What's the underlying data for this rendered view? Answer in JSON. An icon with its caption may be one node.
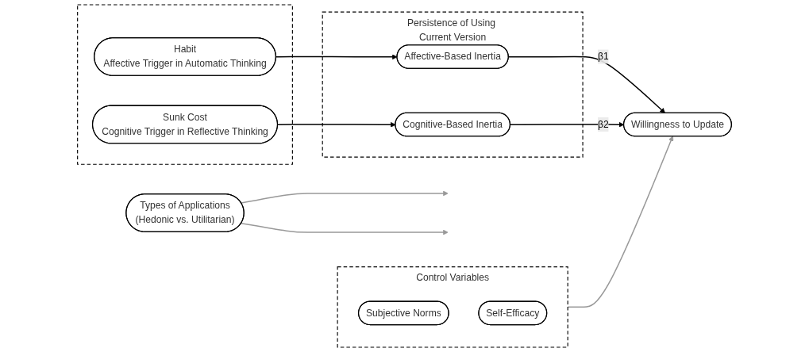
{
  "diagram": {
    "nodes": [
      {
        "text": [],
        "shape": "box"
      },
      {
        "text": [
          "Habit",
          "Affective Trigger in Automatic Thinking"
        ],
        "in": 0
      },
      {
        "text": [
          "Sunk Cost",
          "Cognitive Trigger in Reflective Thinking"
        ],
        "in": 0
      },
      {
        "text": [
          "Persistence of Using Current Version"
        ]
      },
      {
        "text": [
          "Affective-Based Inertia"
        ],
        "in": 3
      },
      {
        "text": [
          "Cognitive-Based Inertia"
        ],
        "in": 3
      },
      {
        "text": [
          "Types of Applications",
          "(Hedonic vs. Utilitarian)"
        ]
      },
      {
        "text": [
          "Willingness to Update"
        ]
      },
      {
        "text": [
          "Control Variables"
        ]
      },
      {
        "text": [
          "Subjective Norms"
        ],
        "in": 8
      },
      {
        "text": [
          "Self-Efficacy"
        ],
        "in": 8
      }
    ],
    "edges": [
      {
        "from": 1,
        "to": 4,
        "arrow": "to"
      },
      {
        "from": 2,
        "to": 5,
        "arrow": "to"
      },
      {
        "from": 4,
        "to": 7,
        "arrow": "to",
        "label": "β1"
      },
      {
        "from": 5,
        "to": 7,
        "arrow": "to",
        "label": "β2"
      },
      {
        "from": 6,
        "to": null,
        "arrow": "to",
        "color": "#999999"
      },
      {
        "from": 6,
        "to": null,
        "arrow": "to",
        "color": "#999999"
      },
      {
        "from": 8,
        "to": 7,
        "arrow": "to",
        "color": "#999999"
      }
    ]
  }
}
